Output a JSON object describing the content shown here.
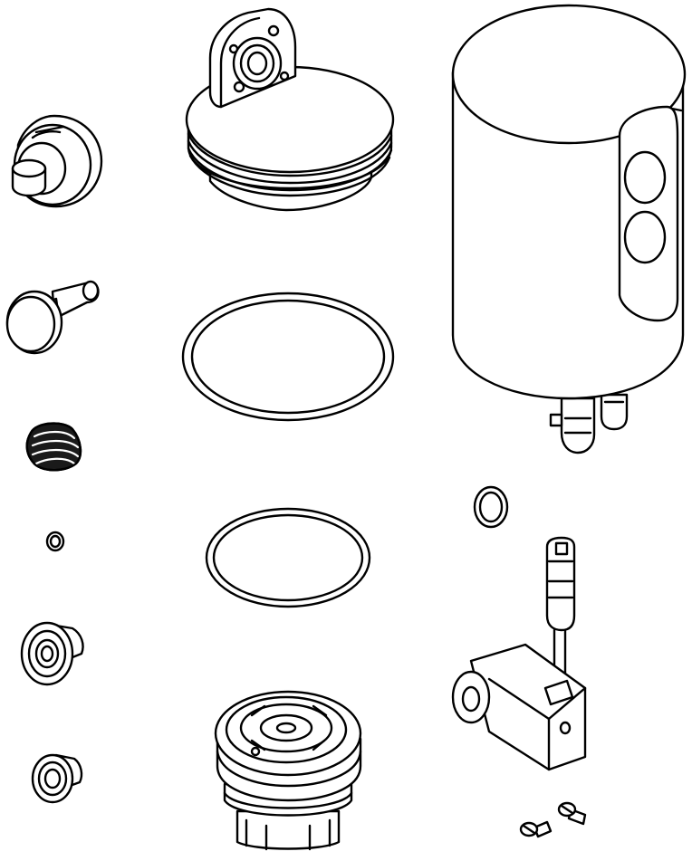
{
  "diagram": {
    "kind": "exploded parts illustration",
    "line_color": "#000000",
    "fill_color": "#ffffff",
    "shading_color": "#d9d9d9",
    "parts": [
      {
        "id": "valve-cap",
        "icon": "valve-cap-icon"
      },
      {
        "id": "plunger-pin",
        "icon": "plunger-pin-icon"
      },
      {
        "id": "coil-spring",
        "icon": "coil-spring-icon"
      },
      {
        "id": "small-o-ring",
        "icon": "o-ring-icon"
      },
      {
        "id": "seal-washer-large",
        "icon": "seal-washer-icon"
      },
      {
        "id": "seal-washer-small",
        "icon": "seal-washer-icon"
      },
      {
        "id": "diaphragm-cover",
        "icon": "cover-cap-icon"
      },
      {
        "id": "large-o-ring-top",
        "icon": "o-ring-icon"
      },
      {
        "id": "large-o-ring-bottom",
        "icon": "o-ring-icon"
      },
      {
        "id": "filter-cartridge",
        "icon": "filter-cartridge-icon"
      },
      {
        "id": "sensor-housing",
        "icon": "sensor-housing-icon"
      },
      {
        "id": "sensor-o-ring",
        "icon": "o-ring-icon"
      },
      {
        "id": "solenoid-valve",
        "icon": "solenoid-icon"
      },
      {
        "id": "mounting-screw-left",
        "icon": "screw-icon"
      },
      {
        "id": "mounting-screw-right",
        "icon": "screw-icon"
      }
    ]
  }
}
